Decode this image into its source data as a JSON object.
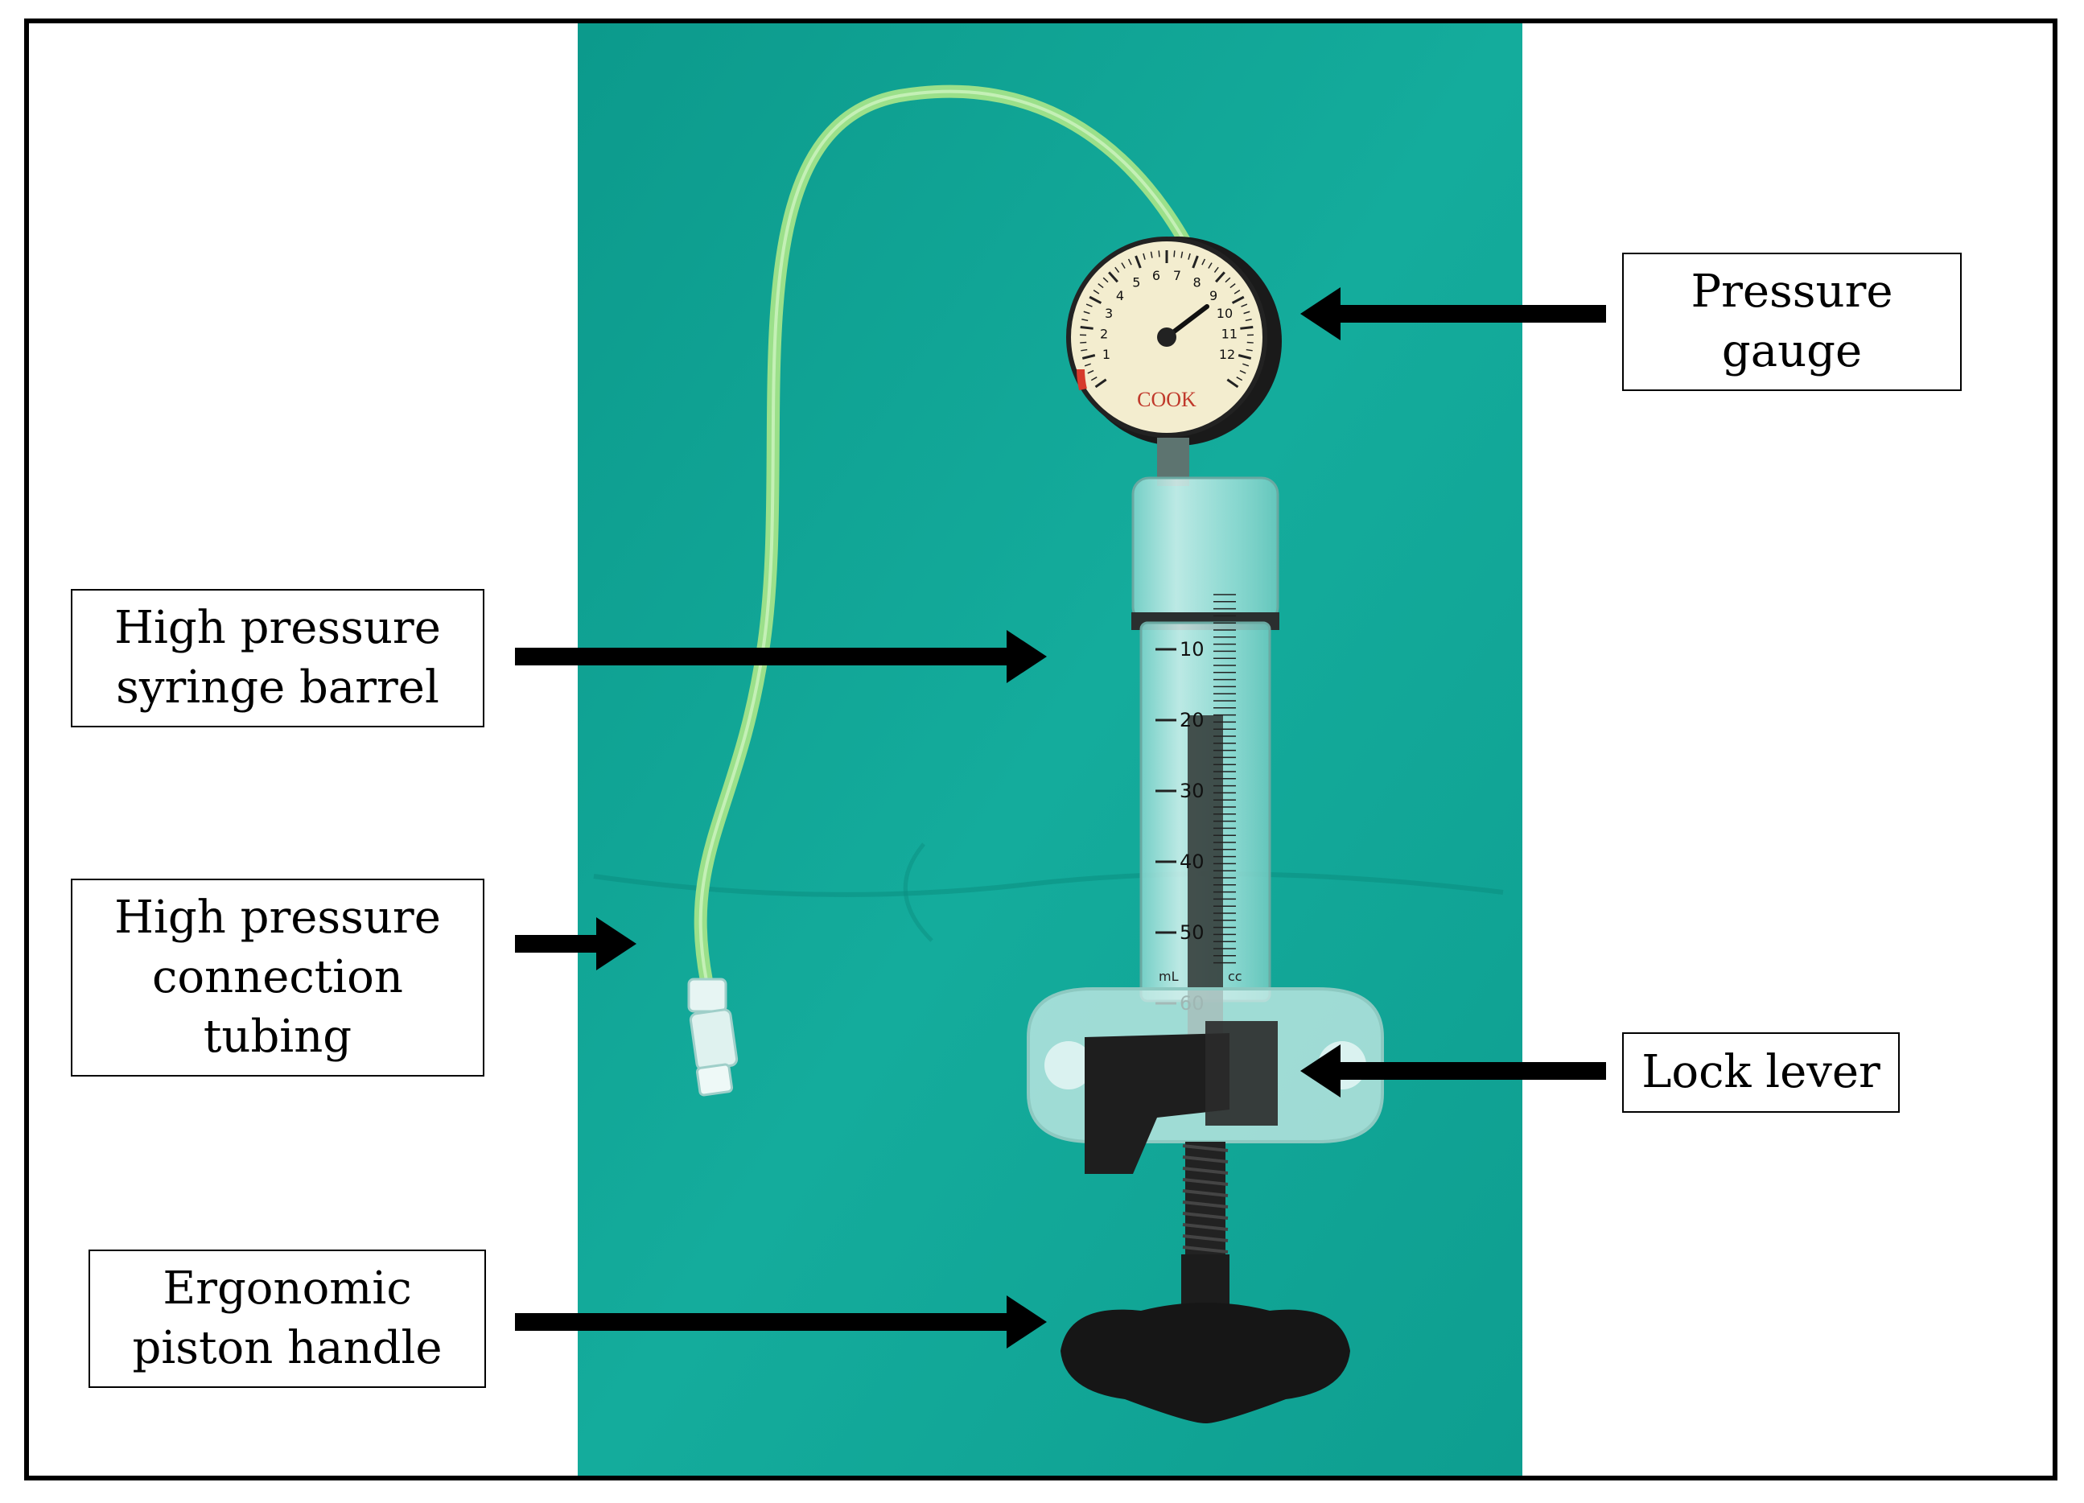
{
  "labels": {
    "pressure_gauge": [
      "Pressure",
      "gauge"
    ],
    "syringe_barrel": [
      "High pressure",
      "syringe barrel"
    ],
    "connection_tubing": [
      "High pressure",
      "connection",
      "tubing"
    ],
    "lock_lever": [
      "Lock lever"
    ],
    "piston_handle": [
      "Ergonomic",
      "piston handle"
    ]
  },
  "device": {
    "gauge_brand": "COOK",
    "gauge_outer_numbers": [
      "1",
      "2",
      "3",
      "4",
      "5",
      "6",
      "7",
      "8",
      "9",
      "10",
      "11",
      "12"
    ],
    "barrel_graduations": [
      "10",
      "20",
      "30",
      "40",
      "50",
      "60"
    ],
    "barrel_units_left": "mL",
    "barrel_units_right": "cc"
  },
  "colors": {
    "background_drape": "#11a596",
    "tubing": "#9be08a",
    "device_dark": "#1e1e1e",
    "label_border": "#000000"
  }
}
